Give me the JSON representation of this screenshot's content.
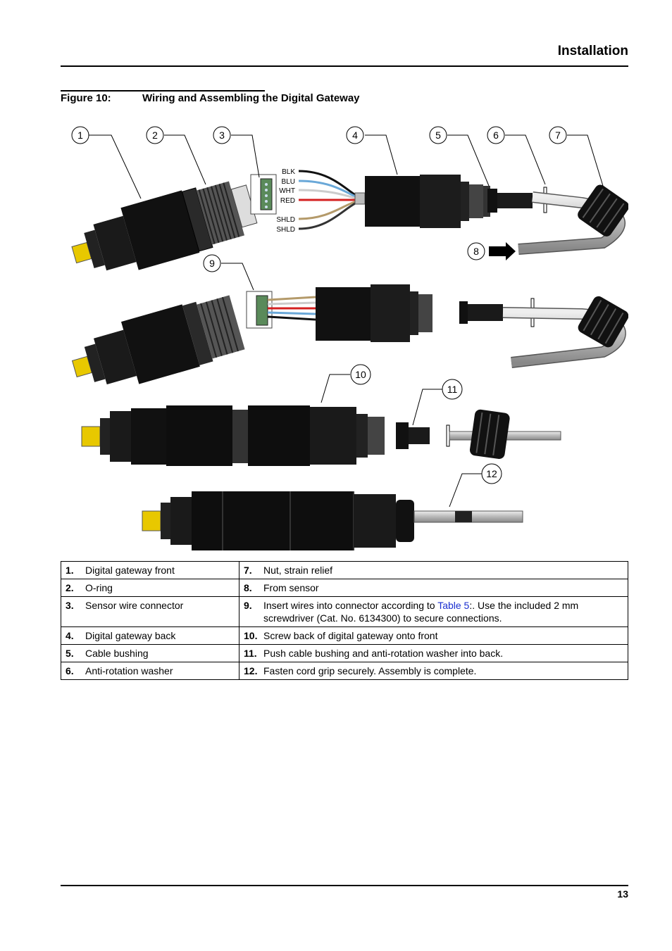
{
  "header": {
    "title": "Installation"
  },
  "figure": {
    "number": "Figure 10:",
    "title": "Wiring and Assembling the Digital Gateway",
    "callouts": [
      "1",
      "2",
      "3",
      "4",
      "5",
      "6",
      "7",
      "8",
      "9",
      "10",
      "11",
      "12"
    ],
    "wire_labels": [
      "BLK",
      "BLU",
      "WHT",
      "RED",
      "SHLD",
      "SHLD"
    ],
    "wire_colors": {
      "blk": "#111111",
      "blu": "#6aa8d8",
      "wht": "#cccccc",
      "red": "#d42020",
      "shld": "#b49a6a"
    }
  },
  "legend": {
    "rows": [
      {
        "left": {
          "num": "1.",
          "text": "Digital gateway front"
        },
        "right": {
          "num": "7.",
          "text": "Nut, strain relief"
        }
      },
      {
        "left": {
          "num": "2.",
          "text": "O-ring"
        },
        "right": {
          "num": "8.",
          "text": "From sensor"
        }
      },
      {
        "left": {
          "num": "3.",
          "text": "Sensor wire connector"
        },
        "right": {
          "num": "9.",
          "text_before": "Insert wires into connector according to ",
          "link": "Table 5",
          "text_after": ":. Use the included 2 mm screwdriver (Cat. No. 6134300) to secure connections."
        }
      },
      {
        "left": {
          "num": "4.",
          "text": "Digital gateway back"
        },
        "right": {
          "num": "10.",
          "text": "Screw back of digital gateway onto front"
        }
      },
      {
        "left": {
          "num": "5.",
          "text": "Cable bushing"
        },
        "right": {
          "num": "11.",
          "text": "Push cable bushing and anti-rotation washer into back."
        }
      },
      {
        "left": {
          "num": "6.",
          "text": "Anti-rotation washer"
        },
        "right": {
          "num": "12.",
          "text": "Fasten cord grip securely. Assembly is complete."
        }
      }
    ]
  },
  "footer": {
    "page_number": "13"
  }
}
